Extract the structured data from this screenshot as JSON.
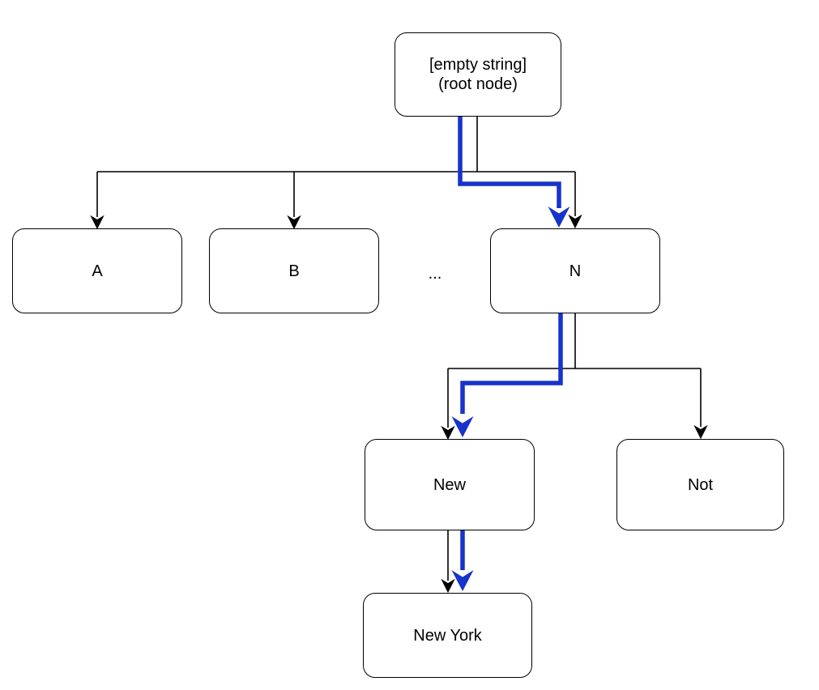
{
  "nodes": {
    "root": {
      "line1": "[empty string]",
      "line2": "(root node)"
    },
    "a": {
      "label": "A"
    },
    "b": {
      "label": "B"
    },
    "ellipsis": {
      "label": "..."
    },
    "n": {
      "label": "N"
    },
    "new": {
      "label": "New"
    },
    "not": {
      "label": "Not"
    },
    "new_york": {
      "label": "New York"
    }
  },
  "colors": {
    "edge": "#000000",
    "highlight": "#1733c9",
    "node_fill": "#ffffff",
    "node_border": "#000000",
    "background": "#ffffff"
  }
}
